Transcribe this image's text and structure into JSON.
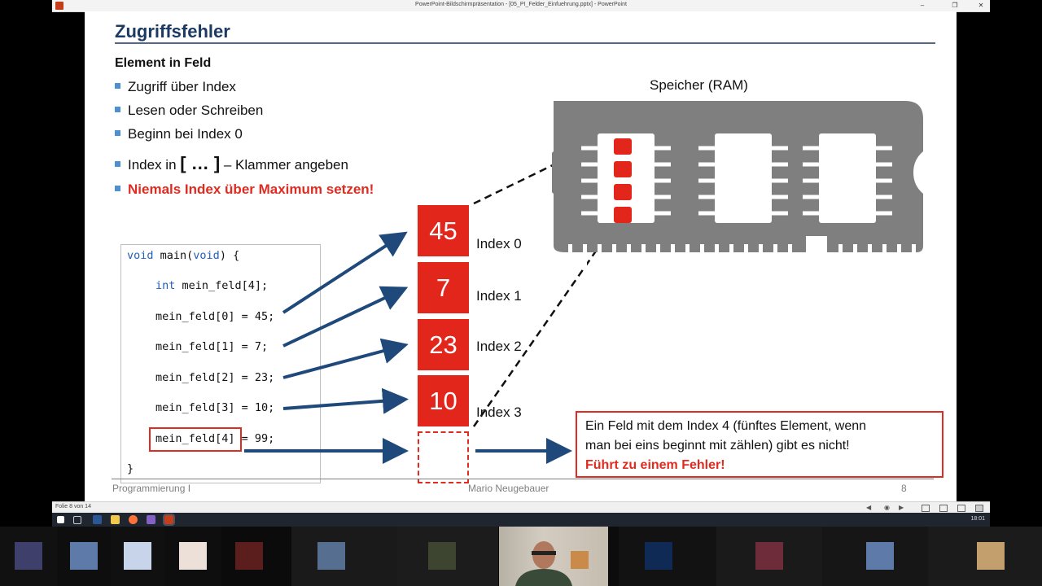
{
  "window": {
    "title": "PowerPoint-Bildschirmpräsentation - [05_PI_Felder_Einfuehrung.pptx] - PowerPoint",
    "app_icon": "powerpoint-icon",
    "buttons": [
      "minimize-icon",
      "restore-icon",
      "close-icon"
    ]
  },
  "slide": {
    "title": "Zugriffsfehler",
    "subheading": "Element in Feld",
    "bullets": {
      "b1": "Zugriff über Index",
      "b2": "Lesen oder Schreiben",
      "b3": "Beginn bei Index 0",
      "b4_pre": "Index in ",
      "b4_bracket": "[ … ]",
      "b4_post": " – Klammer angeben",
      "b5": "Niemals Index über Maximum setzen!"
    },
    "code": {
      "l1_kw": "void",
      "l1_a": " main(",
      "l1_kw2": "void",
      "l1_b": ") {",
      "l2_kw": "int",
      "l2": " mein_feld[4];",
      "l3": "mein_feld[0] = 45;",
      "l4": "mein_feld[1] = 7;",
      "l5": "mein_feld[2] = 23;",
      "l6": "mein_feld[3] = 10;",
      "l7_a": "mein_feld[4]",
      "l7_b": " = 99;",
      "l8": "}"
    },
    "array": {
      "v0": "45",
      "v1": "7",
      "v2": "23",
      "v3": "10",
      "i0": "Index 0",
      "i1": "Index 1",
      "i2": "Index 2",
      "i3": "Index 3"
    },
    "ram_label": "Speicher (RAM)",
    "note": {
      "line1": "Ein Feld mit dem Index 4 (fünftes Element, wenn",
      "line2": "man bei eins beginnt mit zählen) gibt es nicht!",
      "line3": "Führt zu einem Fehler!"
    },
    "footer": {
      "left": "Programmierung I",
      "center": "Mario Neugebauer",
      "page": "8"
    },
    "colors": {
      "accent_red": "#e3261c",
      "arrow_blue": "#1e497a",
      "title_blue": "#1d3a63",
      "ram_gray": "#7f7f7f"
    }
  },
  "status": {
    "slide_counter": "Folie 8 von 14",
    "icons": [
      "previous-icon",
      "menu-icon",
      "next-icon",
      "normal-view-icon",
      "slide-sorter-icon",
      "reading-view-icon",
      "slideshow-icon"
    ]
  },
  "taskbar": {
    "clock": "18:01",
    "icons": [
      "windows-start-icon",
      "task-view-icon",
      "word-icon",
      "file-explorer-icon",
      "firefox-icon",
      "visual-studio-icon",
      "powerpoint-icon"
    ]
  }
}
